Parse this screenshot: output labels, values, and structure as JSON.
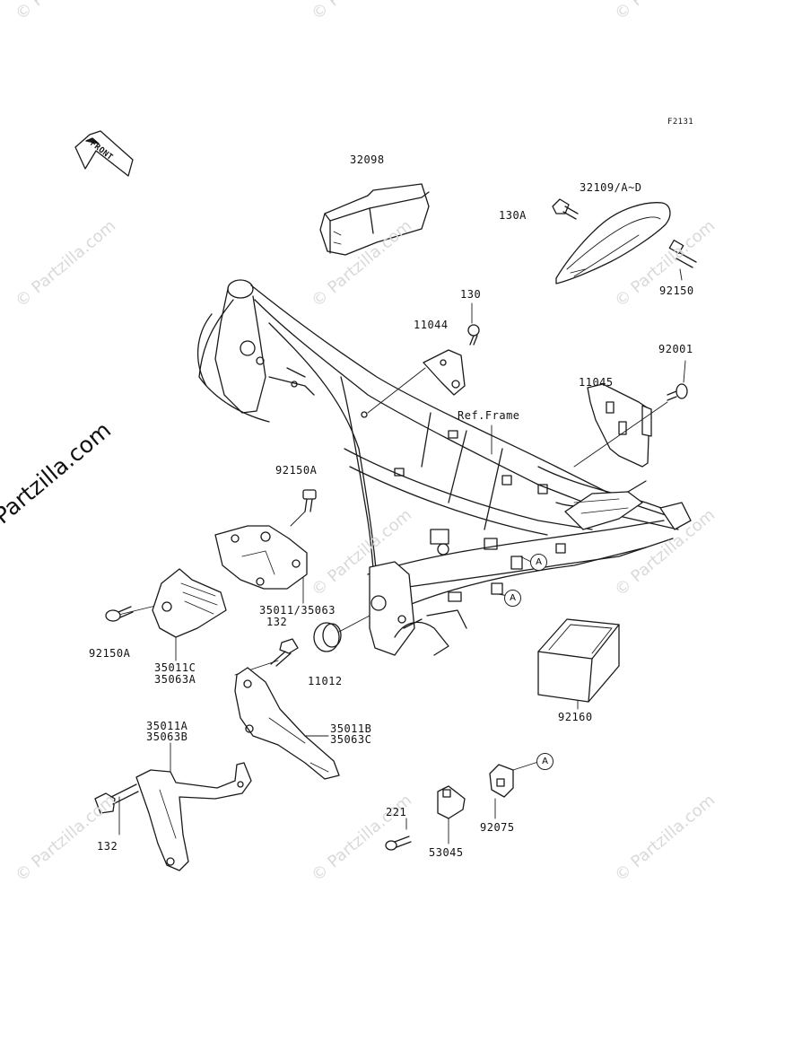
{
  "diagram_code": "F2131",
  "front_label": "FRONT",
  "watermark": "© Partzilla.com",
  "ref_label": "Ref.Frame",
  "circle_marker": "A",
  "parts": {
    "p32098": "32098",
    "p32109": "32109/A~D",
    "p130A": "130A",
    "p92150": "92150",
    "p130": "130",
    "p11044": "11044",
    "p92001": "92001",
    "p11045": "11045",
    "p92150A_top": "92150A",
    "p35011_35063": "35011/35063",
    "p132_mid": "132",
    "p92150A_left": "92150A",
    "p35011C": "35011C",
    "p35063A": "35063A",
    "p11012": "11012",
    "p35011B": "35011B",
    "p35063C": "35063C",
    "p35011A": "35011A",
    "p35063B": "35063B",
    "p132_bottom": "132",
    "p92160": "92160",
    "p221": "221",
    "p53045": "53045",
    "p92075": "92075"
  }
}
